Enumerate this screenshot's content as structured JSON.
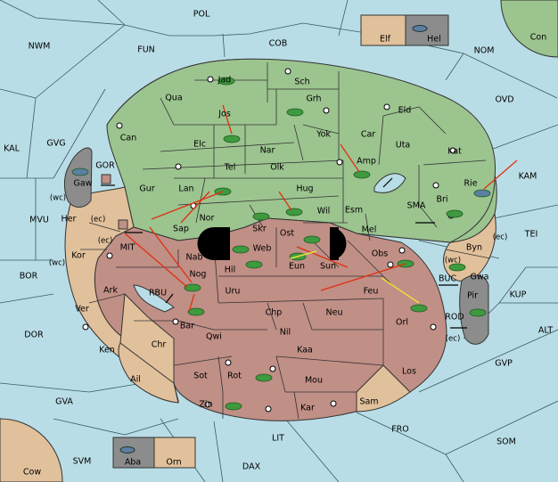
{
  "colors": {
    "sea": "#b9dde6",
    "green": "#9cc48f",
    "red": "#c08f86",
    "tan": "#e1c19b",
    "gray": "#8c8c8c",
    "blackhole": "#000000",
    "unit": "#3f9a3f",
    "order": "#e03010",
    "support": "#e8e23a"
  },
  "sea_labels": [
    "POL",
    "NWM",
    "FUN",
    "COB",
    "NOM",
    "OVD",
    "KAL",
    "GVG",
    "KAM",
    "SMA",
    "TEI",
    "MVU",
    "BOR",
    "RBU",
    "BUC",
    "KUP",
    "DOR",
    "ALT",
    "ROD",
    "GVP",
    "GVA",
    "FRO",
    "SOM",
    "LIT",
    "SVM",
    "DAX"
  ],
  "corner_labels": [
    "Con",
    "Cow"
  ],
  "green_labels": [
    "Jad",
    "Sch",
    "Qua",
    "Grh",
    "Jos",
    "Can",
    "Yok",
    "Eld",
    "Car",
    "Elc",
    "Nar",
    "Uta",
    "Kat",
    "Tel",
    "Olk",
    "Amp",
    "Gur",
    "Lan",
    "Hug",
    "Rie",
    "Bri",
    "Wil",
    "Esm",
    "Nor",
    "Sap",
    "Skr",
    "Mel"
  ],
  "red_labels": [
    "Ost",
    "Web",
    "Obs",
    "Nab",
    "Hil",
    "Eun",
    "Sun",
    "Nog",
    "Uru",
    "Feu",
    "Ark",
    "Chp",
    "Neu",
    "Ver",
    "Bar",
    "Qwi",
    "Nil",
    "Ken",
    "Kaa",
    "Rot",
    "Sot",
    "Mou",
    "Zin",
    "Kar",
    "Orl",
    "Los"
  ],
  "tan_labels": [
    "Her",
    "Kor",
    "Byn",
    "Gwa",
    "Chr",
    "Ail",
    "Sam"
  ],
  "gray_labels": [
    "Gaw",
    "Pir"
  ],
  "markers": [
    "GOR",
    "MIT"
  ],
  "wc_labels": [
    "(wc)",
    "(ec)",
    "(ec)",
    "(wc)",
    "(ec)",
    "(wc)",
    "(ec)"
  ],
  "legend_top": {
    "left": "Elf",
    "right": "Hel"
  },
  "legend_bottom": {
    "left": "Aba",
    "right": "Orn"
  }
}
